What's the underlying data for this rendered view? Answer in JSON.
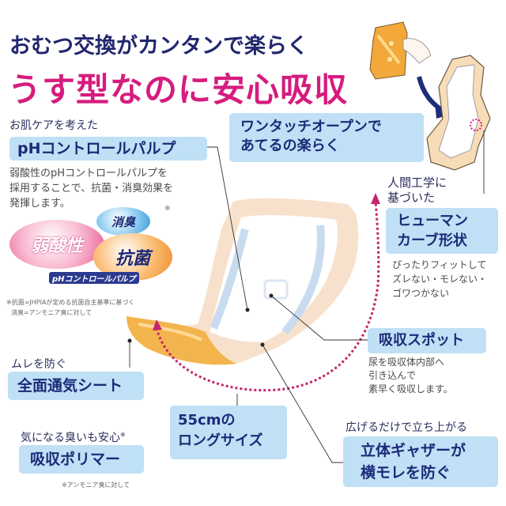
{
  "header": {
    "line1": "おむつ交換がカンタンで楽らく",
    "line2": "うす型なのに安心吸収"
  },
  "features": {
    "ph_pulp": {
      "caption": "お肌ケアを考えた",
      "title": "pHコントロールパルプ",
      "description": [
        "弱酸性のpHコントロールパルプを",
        "採用することで、抗菌・消臭効果を",
        "発揮します。"
      ],
      "note_mark": "※",
      "badges": {
        "weak_acid": "弱酸性",
        "deodorant": "消臭",
        "antibacterial": "抗菌",
        "logo": "pHコントロールパルプ"
      },
      "footnote": [
        "※抗菌=JHPIAが定める抗菌自主基準に基づく",
        "消臭=アンモニア臭に対して"
      ]
    },
    "one_touch": {
      "title": [
        "ワンタッチオープンで",
        "あてるの楽らく"
      ]
    },
    "human_curve": {
      "caption": [
        "人間工学に",
        "基づいた"
      ],
      "title": [
        "ヒューマン",
        "カーブ形状"
      ],
      "description": [
        "ぴったりフィットして",
        "ズレない・モレない・",
        "ゴワつかない"
      ]
    },
    "absorb_spot": {
      "title": "吸収スポット",
      "description": [
        "尿を吸収体内部へ",
        "引き込んで",
        "素早く吸収します。"
      ]
    },
    "breathable": {
      "caption": "ムレを防ぐ",
      "title": "全面通気シート"
    },
    "polymer": {
      "caption": "気になる臭いも安心",
      "caption_mark": "※",
      "title": "吸収ポリマー",
      "footnote": "※アンモニア臭に対して"
    },
    "long_size": {
      "title": [
        "55cmの",
        "ロングサイズ"
      ]
    },
    "gather": {
      "caption": "広げるだけで立ち上がる",
      "title": [
        "立体ギャザーが",
        "横モレを防ぐ"
      ]
    }
  },
  "colors": {
    "navy": "#22276e",
    "magenta": "#d61c7e",
    "label_bg": "#bfe0f5",
    "pad_orange": "#f0b040",
    "pad_edge": "#f7dcc4"
  }
}
